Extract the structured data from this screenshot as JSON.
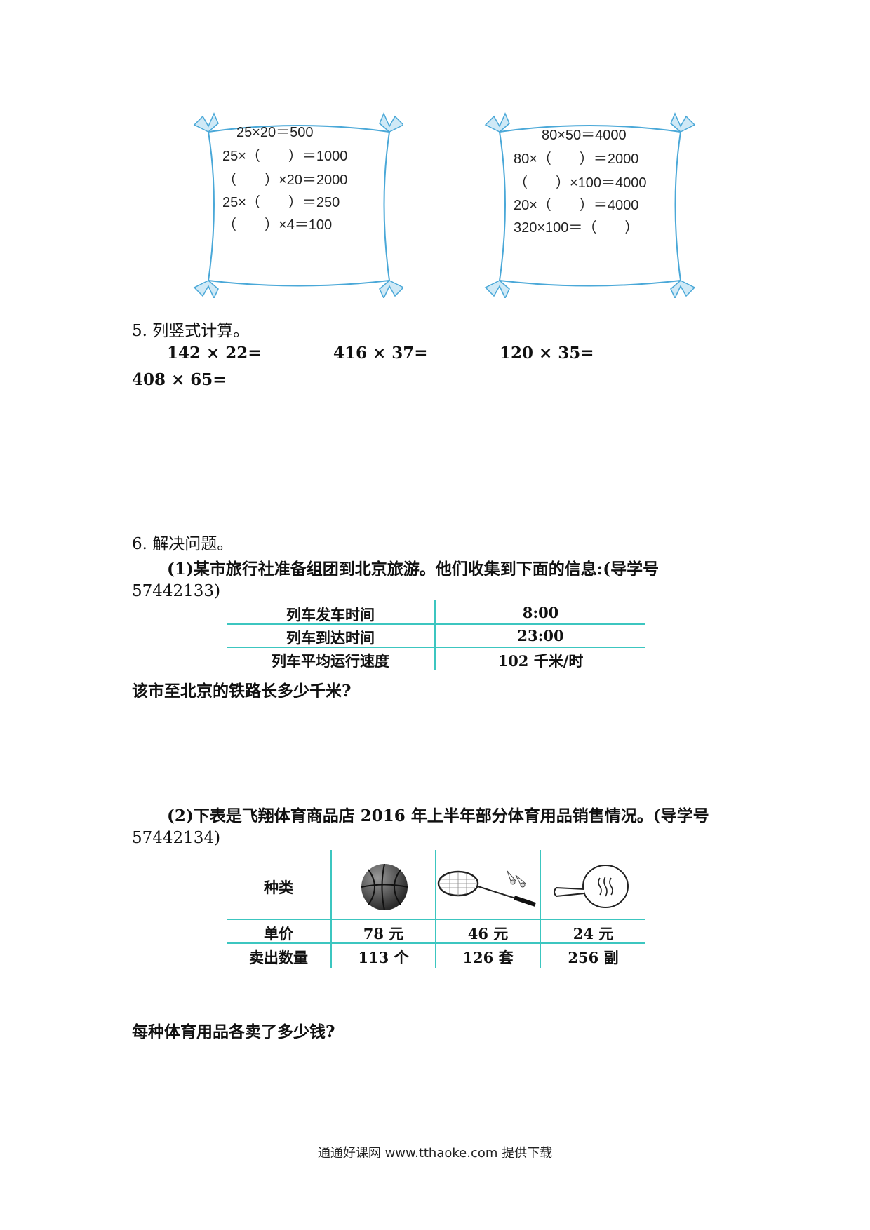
{
  "frame_left": {
    "lines": [
      "25×20＝500",
      "25×（　　）＝1000",
      "（　　）×20＝2000",
      "25×（　　）＝250",
      "（　　）×4＝100"
    ]
  },
  "frame_right": {
    "lines": [
      "80×50＝4000",
      "80×（　　）＝2000",
      "（　　）×100＝4000",
      "20×（　　）＝4000",
      "320×100＝（　　）"
    ]
  },
  "q5": {
    "title": "5.  列竖式计算。",
    "problems": [
      "142 × 22=",
      "416 × 37=",
      "120 × 35=",
      "408 × 65="
    ]
  },
  "q6": {
    "title": "6.  解决问题。",
    "p1_line1": "(1)某市旅行社准备组团到北京旅游。他们收集到下面的信息:(导学号",
    "p1_line2": "57442133)",
    "table1": [
      {
        "label": "列车发车时间",
        "value": "8:00"
      },
      {
        "label": "列车到达时间",
        "value": "23:00"
      },
      {
        "label": "列车平均运行速度",
        "value": "102 千米/时"
      }
    ],
    "p1_question": "该市至北京的铁路长多少千米?",
    "p2_line1": "(2)下表是飞翔体育商品店 2016 年上半年部分体育用品销售情况。(导学号",
    "p2_line2": "57442134)",
    "table2": {
      "header": "种类",
      "row_price_label": "单价",
      "row_qty_label": "卖出数量",
      "prices": [
        "78 元",
        "46 元",
        "24 元"
      ],
      "quantities": [
        "113 个",
        "126 套",
        "256 副"
      ],
      "icons": [
        "basketball-icon",
        "badminton-racket-icon",
        "ping-pong-paddle-icon"
      ]
    },
    "p2_question": "每种体育用品各卖了多少钱?"
  },
  "footer": "通通好课网  www.tthaoke.com  提供下载",
  "colors": {
    "frame": "#4aa8d8",
    "bird": "#cfe9f6",
    "table_line": "#3cc6c0"
  }
}
